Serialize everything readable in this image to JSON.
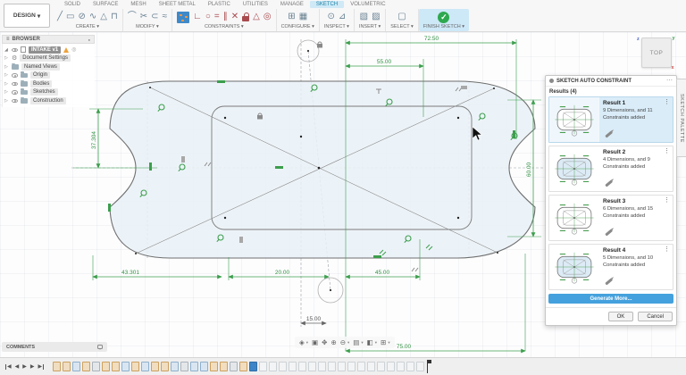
{
  "tabs": {
    "items": [
      "SOLID",
      "SURFACE",
      "MESH",
      "SHEET METAL",
      "PLASTIC",
      "UTILITIES",
      "MANAGE",
      "SKETCH",
      "VOLUMETRIC"
    ],
    "active": "SKETCH"
  },
  "toolbar": {
    "design_label": "DESIGN",
    "groups": [
      {
        "label": "CREATE",
        "glyphs": [
          "╱",
          "▭",
          "⊘",
          "∿",
          "△",
          "⊓"
        ]
      },
      {
        "label": "MODIFY",
        "glyphs": [
          "⌒",
          "✂",
          "⊂",
          "≈"
        ]
      },
      {
        "label": "CONSTRAINTS",
        "glyphs": [
          "∟",
          "○",
          "=",
          "∥",
          "✕",
          "△",
          "◎"
        ]
      },
      {
        "label": "CONFIGURE",
        "glyphs": [
          "⊞",
          "▦"
        ]
      },
      {
        "label": "INSPECT",
        "glyphs": [
          "⊙",
          "⊿"
        ]
      },
      {
        "label": "INSERT",
        "glyphs": [
          "▧",
          "▨"
        ]
      },
      {
        "label": "SELECT",
        "glyphs": [
          "▢"
        ]
      },
      {
        "label": "FINISH SKETCH",
        "glyphs": []
      }
    ]
  },
  "icons": {
    "caret": "▾",
    "kebab": "⋮",
    "grip": "⋯",
    "check": "✓",
    "hamburger": "≡",
    "gear": "⚙",
    "filter_dot": "●",
    "step_start": "◀",
    "step_back": "◀",
    "play": "▶",
    "step_fwd": "▶",
    "step_end": "▶",
    "nav_orbit": "◈",
    "nav_lookat": "▣",
    "nav_pan": "✥",
    "nav_zoom": "⊕",
    "nav_fit": "⊖",
    "nav_display": "▤",
    "nav_viewport": "◧",
    "nav_grid": "⊞",
    "expand_closed": "▷",
    "expand_open": "◢",
    "circle_badge": "◎"
  },
  "browser": {
    "title": "BROWSER",
    "root_label": "INTAKE v1",
    "items": [
      {
        "label": "Document Settings"
      },
      {
        "label": "Named Views"
      },
      {
        "label": "Origin"
      },
      {
        "label": "Bodies"
      },
      {
        "label": "Sketches"
      },
      {
        "label": "Construction"
      }
    ]
  },
  "viewcube": {
    "top_label": "TOP",
    "x": "x",
    "y": "y",
    "z": "z"
  },
  "canvas_dimensions": {
    "top_outer": "72.50",
    "top_inner": "55.00",
    "left_height": "37.304",
    "right_height": "60.00",
    "bottom_left": "43.301",
    "bottom_mid": "20.00",
    "bottom_inner": "45.00",
    "bottom_offset": "15.00",
    "bottom_outer": "75.00"
  },
  "auto_constraint_panel": {
    "title": "SKETCH AUTO CONSTRAINT",
    "results_label": "Results (4)",
    "results": [
      {
        "title": "Result 1",
        "description": "9 Dimensions, and 11 Constraints added"
      },
      {
        "title": "Result 2",
        "description": "4 Dimensions, and 9 Constraints added"
      },
      {
        "title": "Result 3",
        "description": "6 Dimensions, and 15 Constraints added"
      },
      {
        "title": "Result 4",
        "description": "5 Dimensions, and 10 Constraints added"
      }
    ],
    "generate_button": "Generate More...",
    "ok_button": "OK",
    "cancel_button": "Cancel"
  },
  "sketch_palette_tab": "SKETCH PALETTE",
  "comments_bar": {
    "label": "COMMENTS"
  },
  "colors": {
    "dimension_green": "#3c9e4d",
    "active_tab_blue": "#cfe9f6",
    "selected_card_blue": "#d9ecf8",
    "generate_blue": "#45a1dd",
    "finish_green": "#2ea84f",
    "shape_fill": "#e9f1f7"
  }
}
